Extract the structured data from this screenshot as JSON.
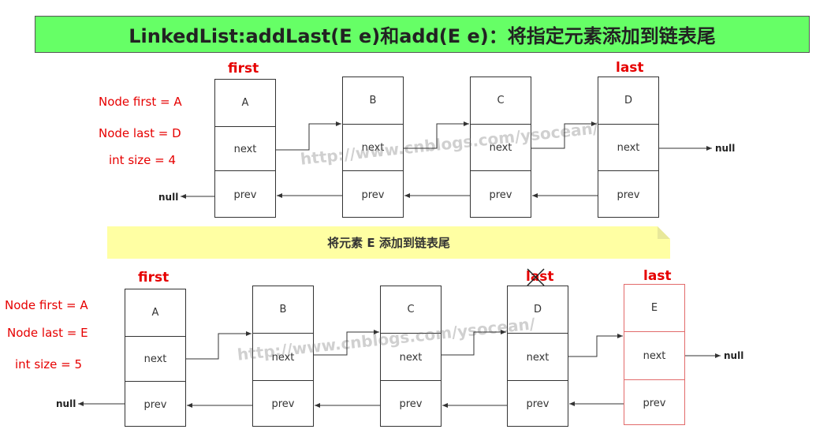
{
  "title": "LinkedList:addLast(E e)和add(E e)：将指定元素添加到链表尾",
  "middle_banner": "将元素 E 添加到链表尾",
  "watermark": "http://www.cnblogs.com/ysocean/",
  "null_label": "null",
  "colors": {
    "title_bg": "#66ff66",
    "banner_bg": "#ffffa3",
    "label_red": "#e60000",
    "new_node_border": "#e26b6b"
  },
  "top": {
    "info": {
      "first": "Node first = A",
      "last": "Node last = D",
      "size": "int size = 4"
    },
    "first_label": "first",
    "last_label": "last",
    "nodes": [
      {
        "item": "A",
        "next": "next",
        "prev": "prev"
      },
      {
        "item": "B",
        "next": "next",
        "prev": "prev"
      },
      {
        "item": "C",
        "next": "next",
        "prev": "prev"
      },
      {
        "item": "D",
        "next": "next",
        "prev": "prev"
      }
    ]
  },
  "bottom": {
    "info": {
      "first": "Node first = A",
      "last": "Node last = E",
      "size": "int size = 5"
    },
    "first_label": "first",
    "old_last_label": "last",
    "last_label": "last",
    "nodes": [
      {
        "item": "A",
        "next": "next",
        "prev": "prev"
      },
      {
        "item": "B",
        "next": "next",
        "prev": "prev"
      },
      {
        "item": "C",
        "next": "next",
        "prev": "prev"
      },
      {
        "item": "D",
        "next": "next",
        "prev": "prev"
      },
      {
        "item": "E",
        "next": "next",
        "prev": "prev"
      }
    ]
  }
}
